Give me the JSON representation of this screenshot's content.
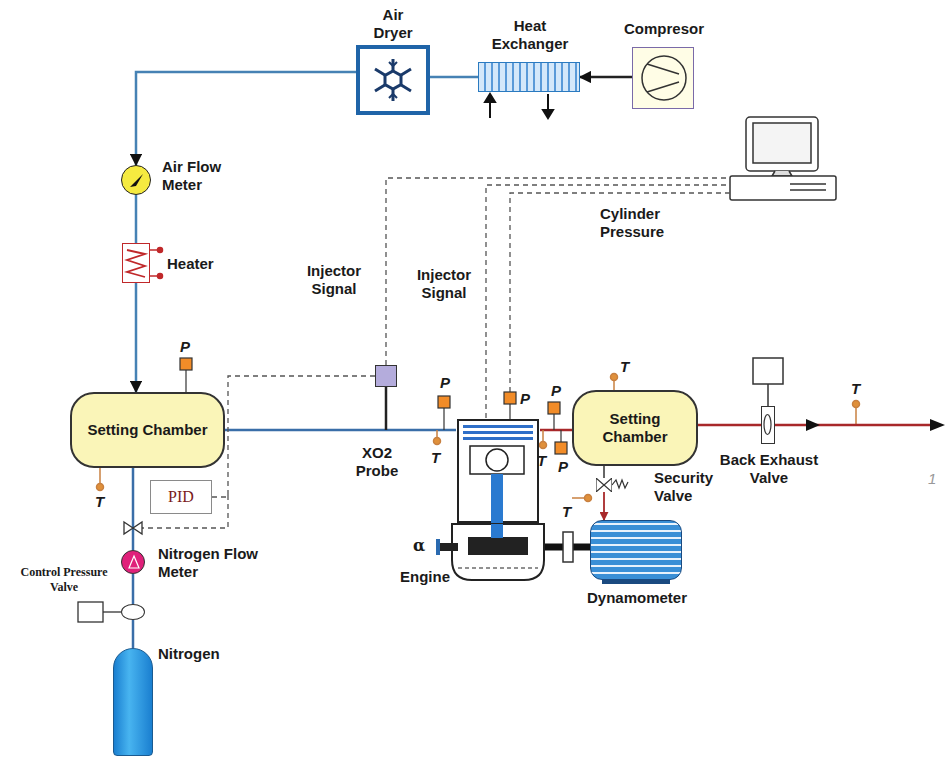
{
  "diagram": {
    "nodes": [
      {
        "text": [
          "Compresor"
        ]
      },
      {
        "text": [
          "Heat Exchanger"
        ]
      },
      {
        "text": [
          "Air Dryer"
        ]
      },
      {
        "text": [
          "Air Flow Meter"
        ]
      },
      {
        "text": [
          "Heater"
        ]
      },
      {
        "text": [
          "Setting Chamber"
        ]
      },
      {
        "text": [
          "PID"
        ]
      },
      {
        "text": [
          "Nitrogen Flow Meter"
        ]
      },
      {
        "text": [
          "Control Pressure Valve"
        ]
      },
      {
        "text": [
          "Nitrogen"
        ]
      },
      {
        "text": [
          "XO2 Probe"
        ]
      },
      {
        "text": [
          "Engine"
        ]
      },
      {
        "text": [
          "Setting Chamber"
        ]
      },
      {
        "text": [
          "Security Valve"
        ]
      },
      {
        "text": [
          "Back Exhaust Valve"
        ]
      },
      {
        "text": [
          "Dynamometer"
        ]
      }
    ],
    "edges": [
      {
        "from": 0,
        "to": 1,
        "arrow": "to"
      },
      {
        "from": 1,
        "to": 2,
        "arrow": "none"
      },
      {
        "from": 2,
        "to": 3,
        "arrow": "to"
      },
      {
        "from": 3,
        "to": 4,
        "arrow": "none"
      },
      {
        "from": 4,
        "to": 5,
        "arrow": "to"
      },
      {
        "from": 5,
        "to": 11,
        "arrow": "none"
      },
      {
        "from": 10,
        "to": 6,
        "arrow": "none"
      },
      {
        "from": 9,
        "to": 8,
        "arrow": "none"
      },
      {
        "from": 8,
        "to": 7,
        "arrow": "none"
      },
      {
        "from": 7,
        "to": 5,
        "arrow": "none"
      },
      {
        "from": 11,
        "to": 12,
        "arrow": "none"
      },
      {
        "from": 12,
        "to": 14,
        "arrow": "none"
      },
      {
        "from": 12,
        "to": 13,
        "arrow": "none"
      },
      {
        "from": 13,
        "to": 15,
        "arrow": "to"
      },
      {
        "from": 11,
        "to": 15,
        "arrow": "none"
      }
    ],
    "labels": [
      "Injector Signal",
      "Injector Signal",
      "Cylinder Pressure",
      "P",
      "T",
      "P",
      "T",
      "P",
      "P",
      "T",
      "P",
      "T",
      "T",
      "T",
      "α",
      "1"
    ]
  }
}
